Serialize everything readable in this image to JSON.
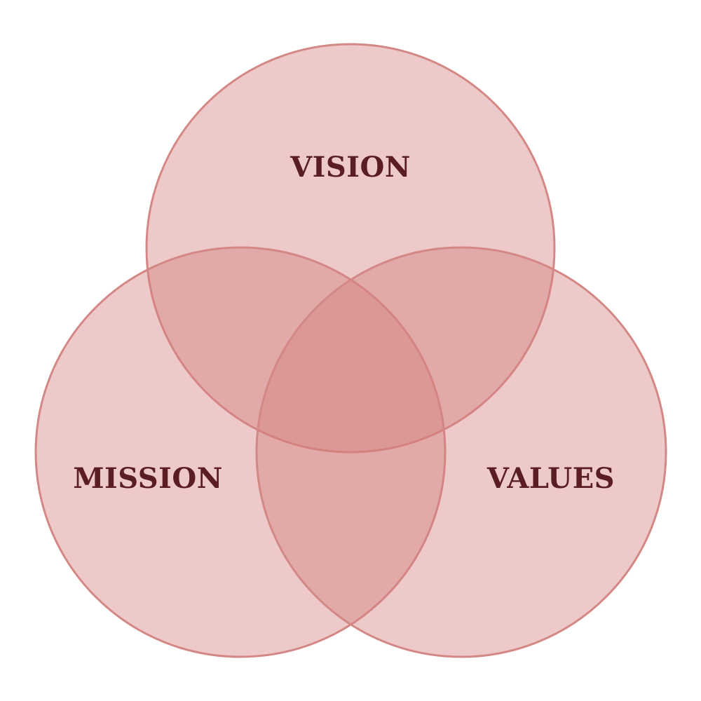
{
  "diagram": {
    "type": "venn",
    "sets": [
      {
        "label": "VISION"
      },
      {
        "label": "MISSION"
      },
      {
        "label": "VALUES"
      }
    ],
    "colors": {
      "fill": "#d37f7f",
      "stroke": "#d48886",
      "text": "#5a1e22"
    }
  }
}
